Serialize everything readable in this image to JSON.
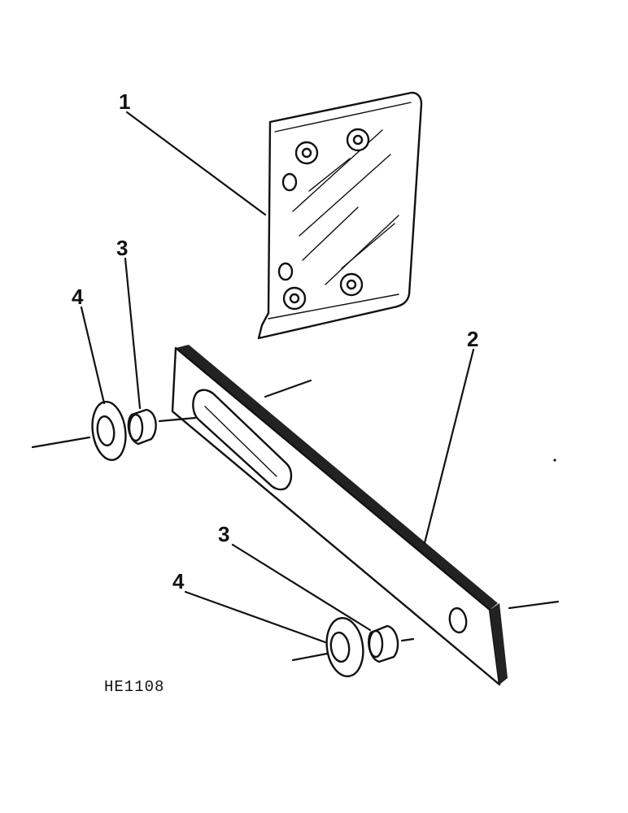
{
  "figure": {
    "code": "HE1108"
  },
  "callouts": [
    {
      "id": "c1",
      "text": "1"
    },
    {
      "id": "c2",
      "text": "2"
    },
    {
      "id": "c3a",
      "text": "3"
    },
    {
      "id": "c4a",
      "text": "4"
    },
    {
      "id": "c3b",
      "text": "3"
    },
    {
      "id": "c4b",
      "text": "4"
    }
  ],
  "colors": {
    "ink": "#111111",
    "paper": "#ffffff"
  }
}
